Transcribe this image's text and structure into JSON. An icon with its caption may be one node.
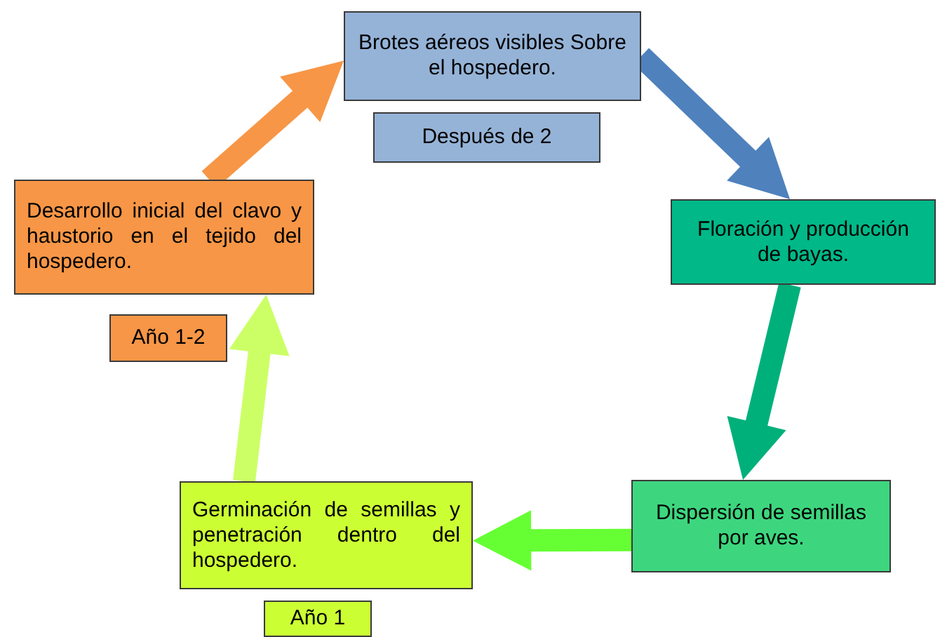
{
  "diagram": {
    "nodes": [
      {
        "text": [
          "Brotes aéreos visibles Sobre el hospedero."
        ]
      },
      {
        "text": [
          "Después de 2"
        ]
      },
      {
        "text": [
          "Floración y producción de bayas."
        ]
      },
      {
        "text": [
          "Dispersión de semillas por aves."
        ]
      },
      {
        "text": [
          "Germinación de semillas y penetración dentro del hospedero."
        ]
      },
      {
        "text": [
          "Año 1"
        ]
      },
      {
        "text": [
          "Desarrollo inicial del clavo y haustorio en el tejido del hospedero."
        ]
      },
      {
        "text": [
          "Año 1-2"
        ]
      }
    ],
    "edges": [
      {
        "from": 0,
        "to": 2,
        "arrow": "to",
        "style": "thick",
        "color": "#4f81bd"
      },
      {
        "from": 2,
        "to": 3,
        "arrow": "to",
        "style": "thick",
        "color": "#00b07a"
      },
      {
        "from": 3,
        "to": 4,
        "arrow": "to",
        "style": "thick",
        "color": "#66ff33"
      },
      {
        "from": 4,
        "to": 6,
        "arrow": "to",
        "style": "thick",
        "color": "#ccff66"
      },
      {
        "from": 6,
        "to": 0,
        "arrow": "to",
        "style": "thick",
        "color": "#f79646"
      }
    ]
  }
}
